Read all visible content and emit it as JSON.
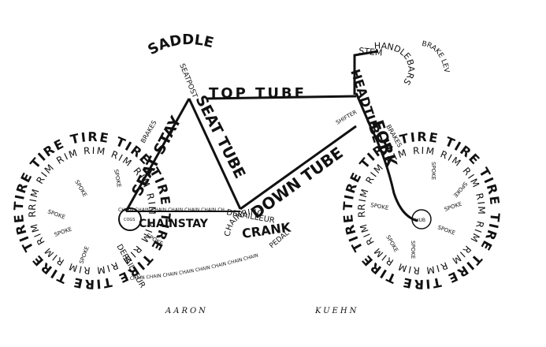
{
  "colors": {
    "ink": "#111111",
    "background": "#ffffff"
  },
  "labels": {
    "saddle": "SADDLE",
    "seatpost": "SEATPOST",
    "top_tube": "TOP TUBE",
    "stem": "STEM",
    "handlebars": "HANDLEBARS",
    "brake_lever": "BRAKE LEVER",
    "headtube": "HEADTUBE",
    "shifter": "SHIFTER",
    "brakes_front": "BRAKES",
    "fork": "FORK",
    "brakes_rear": "BRAKES",
    "seat_stay": "SEAT STAY",
    "seat_tube": "SEAT TUBE",
    "down_tube": "DOWN TUBE",
    "derailleur_front": "DERAILLEUR",
    "chainstay": "CHAINSTAY",
    "chainring": "CHAINRING",
    "crank": "CRANK",
    "pedal": "PEDAL",
    "derailleur_rear": "DERAILLEUR",
    "chain": "CHAIN CHAIN CHAIN CHAIN CHAIN CHAIN CHAIN CHAIN",
    "hub": "HUB",
    "cogs": "COGS",
    "tire": "TIRE TIRE TIRE TIRE TIRE TIRE TIRE TIRE TIRE TIRE TIRE TIRE TIRE",
    "rim": "RIM RIM RIM RIM RIM RIM RIM RIM RIM RIM RIM RIM RIM RIM",
    "spoke": "SPOKE",
    "signature_first": "AARON",
    "signature_last": "KUEHN"
  }
}
